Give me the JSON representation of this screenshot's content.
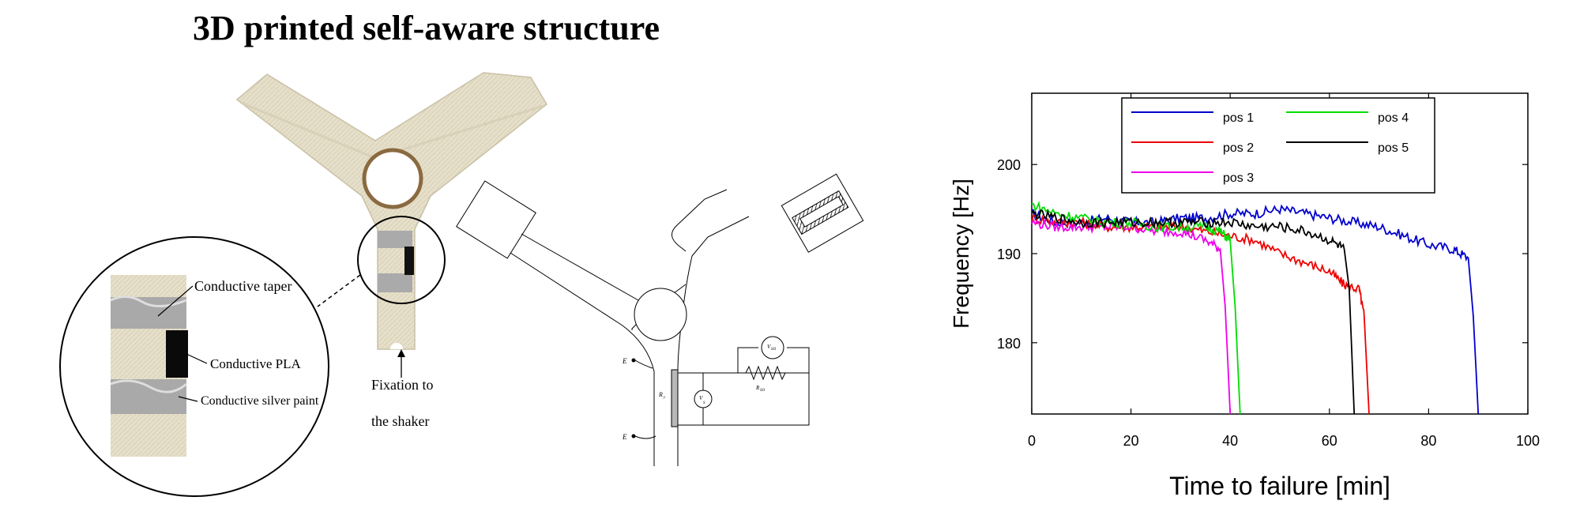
{
  "figure": {
    "title": "3D printed self-aware structure",
    "labels": {
      "conductive_taper": "Conductive taper",
      "conductive_pla": "Conductive PLA",
      "conductive_silver_paint": "Conductive silver paint",
      "fixation_line1": "Fixation to",
      "fixation_line2": "the shaker"
    },
    "schematic": {
      "terminal_top": "E",
      "terminal_bottom": "E",
      "resistor_label": "R",
      "resistor_sub": "y",
      "voltmeter_label": "V",
      "voltmeter_sub": "S",
      "ref_voltmeter_label": "V",
      "ref_voltmeter_sub": "SO",
      "ref_resistor_label": "R",
      "ref_resistor_sub": "SO"
    }
  },
  "colors": {
    "pos1": "#0000cc",
    "pos2": "#ee0000",
    "pos3": "#ee00ee",
    "pos4": "#00dd00",
    "pos5": "#000000",
    "pla": "#e6dfc9",
    "silver": "#a9a9a9"
  },
  "chart_data": {
    "type": "line",
    "xlabel": "Time to failure [min]",
    "ylabel": "Frequency [Hz]",
    "xlim": [
      0,
      100
    ],
    "ylim": [
      172,
      208
    ],
    "xticks": [
      0,
      20,
      40,
      60,
      80,
      100
    ],
    "yticks": [
      180,
      190,
      200
    ],
    "grid": false,
    "legend_position": "top",
    "series": [
      {
        "name": "pos 1",
        "color_key": "pos1",
        "x": [
          0,
          5,
          10,
          15,
          20,
          25,
          30,
          35,
          40,
          45,
          50,
          55,
          60,
          65,
          70,
          75,
          80,
          85,
          88,
          89,
          90
        ],
        "y": [
          194.5,
          193.5,
          193.5,
          194,
          193.5,
          193.5,
          194,
          194,
          194.5,
          194.5,
          195,
          194.5,
          194,
          193.5,
          193,
          192,
          191,
          190.5,
          189.5,
          183,
          172
        ]
      },
      {
        "name": "pos 2",
        "color_key": "pos2",
        "x": [
          0,
          5,
          10,
          15,
          20,
          25,
          30,
          35,
          40,
          45,
          50,
          55,
          60,
          63,
          66,
          67,
          68
        ],
        "y": [
          194,
          193.5,
          193.5,
          193,
          193,
          193,
          193,
          192.5,
          192,
          191.5,
          190,
          189,
          188,
          186.5,
          186,
          183,
          172
        ]
      },
      {
        "name": "pos 3",
        "color_key": "pos3",
        "x": [
          0,
          5,
          10,
          15,
          20,
          25,
          30,
          35,
          38,
          39,
          40
        ],
        "y": [
          193.5,
          193,
          193,
          193,
          193,
          192.5,
          192.5,
          191.5,
          190.5,
          184,
          172
        ]
      },
      {
        "name": "pos 4",
        "color_key": "pos4",
        "x": [
          0,
          5,
          10,
          15,
          20,
          25,
          30,
          35,
          38,
          40,
          41,
          42
        ],
        "y": [
          195.5,
          194.5,
          194,
          193.5,
          193.5,
          193,
          193,
          193,
          192.5,
          191.5,
          184,
          172
        ]
      },
      {
        "name": "pos 5",
        "color_key": "pos5",
        "x": [
          0,
          5,
          10,
          15,
          20,
          25,
          30,
          35,
          40,
          45,
          50,
          55,
          60,
          63,
          64,
          65
        ],
        "y": [
          194.5,
          194,
          193.5,
          193.5,
          193.5,
          193.5,
          193.5,
          193.5,
          193.5,
          193,
          193,
          192.5,
          191.5,
          190.5,
          186,
          172
        ]
      }
    ]
  }
}
